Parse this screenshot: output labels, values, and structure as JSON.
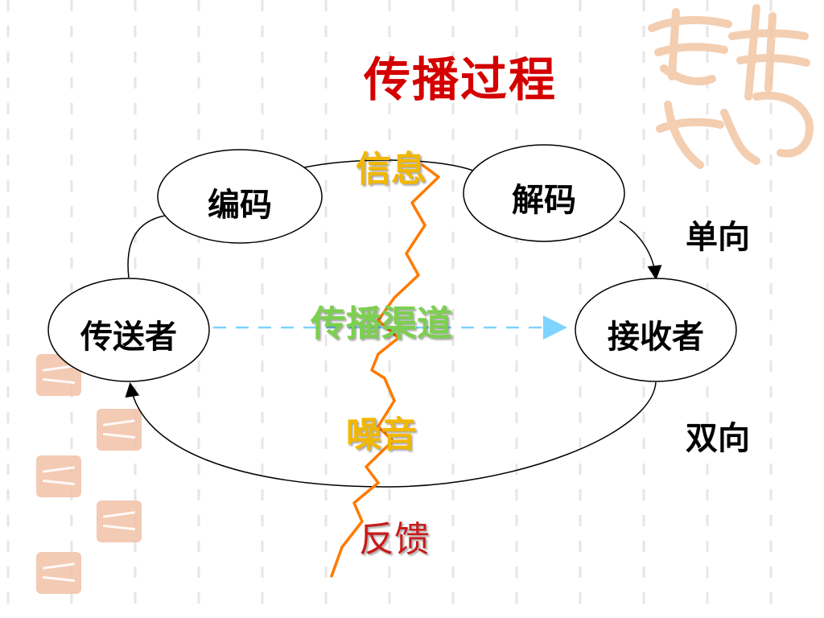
{
  "slide": {
    "title": "传播过程",
    "nodes": {
      "encode": "编码",
      "decode": "解码",
      "sender": "传送者",
      "receiver": "接收者"
    },
    "labels": {
      "message": "信息",
      "channel": "传播渠道",
      "noise": "噪音",
      "feedback": "反馈"
    },
    "side": {
      "one_way": "单向",
      "two_way": "双向"
    }
  },
  "colors": {
    "title": "#d40000",
    "message": "#f2b700",
    "channel": "#7ccf4f",
    "noise": "#f2b700",
    "feedback": "#c81a1a",
    "noise_line": "#ff7a00",
    "dashed_arrow": "#7fd3ff",
    "background_dashes": "#e6e6e6",
    "decoration": "#f2c6a4"
  }
}
